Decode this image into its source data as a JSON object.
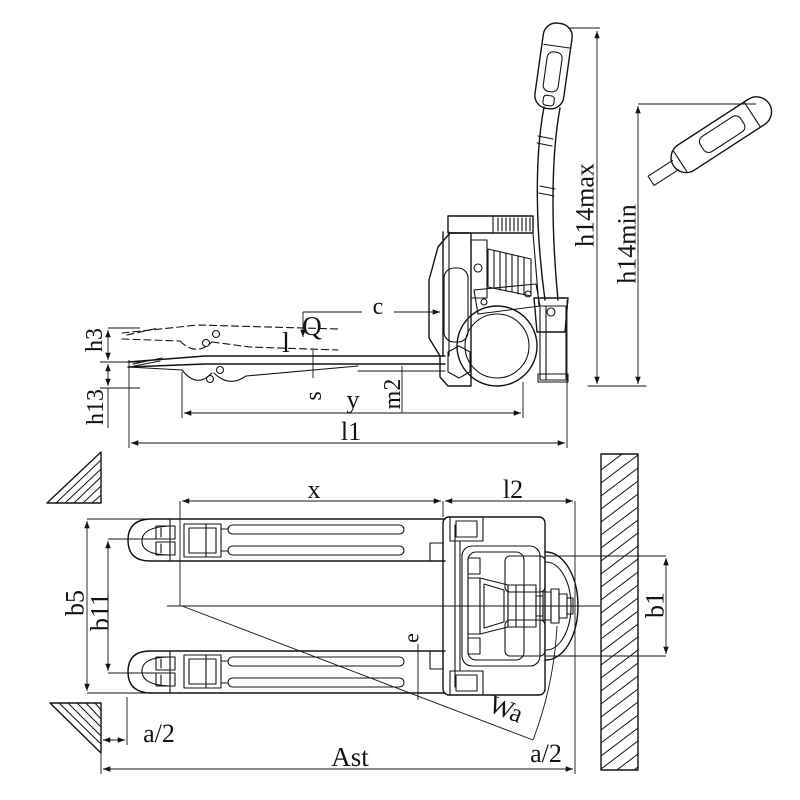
{
  "colors": {
    "ink": "#141414",
    "paper": "#ffffff"
  },
  "side_view": {
    "labels": {
      "h14max": "h14max",
      "h14min": "h14min",
      "h3": "h3",
      "h13": "h13",
      "c": "c",
      "q": "Q",
      "l": "l",
      "s": "s",
      "m2": "m2",
      "y": "y",
      "l1": "l1"
    }
  },
  "top_view": {
    "labels": {
      "x": "x",
      "l2": "l2",
      "b5": "b5",
      "b11": "b11",
      "b1": "b1",
      "e": "e",
      "wa": "Wa",
      "ast": "Ast",
      "a2_left": "a/2",
      "a2_right": "a/2"
    }
  }
}
